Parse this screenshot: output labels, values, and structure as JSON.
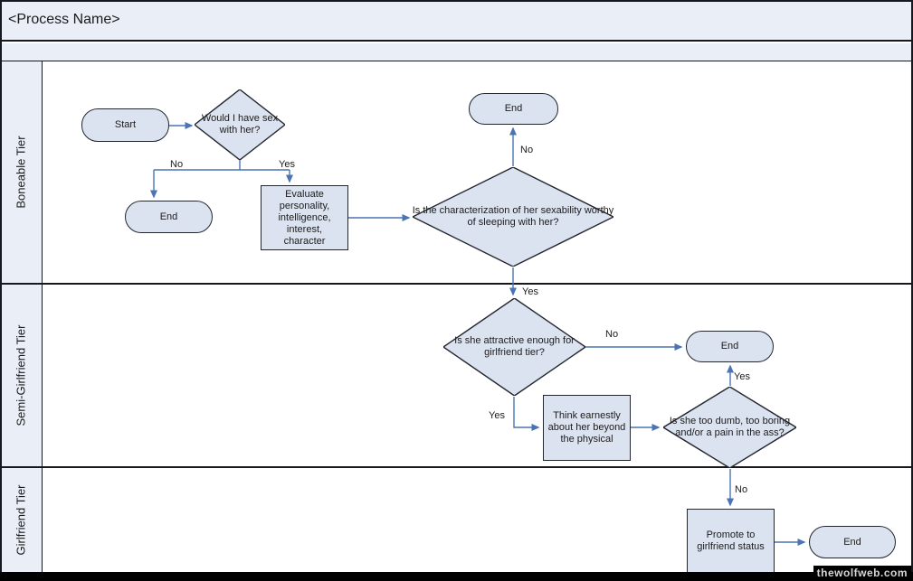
{
  "title": "<Process Name>",
  "watermark": "thewolfweb.com",
  "lanes": [
    {
      "label": "Boneable Tier"
    },
    {
      "label": "Semi-Girlfriend Tier"
    },
    {
      "label": "Girlfriend Tier"
    }
  ],
  "nodes": {
    "start": "Start",
    "q_sex": "Would I have sex with her?",
    "end_sex_no": "End",
    "evaluate": "Evaluate personality, intelligence, interest, character",
    "q_characterization": "Is the characterization of her sexability worthy of sleeping with her?",
    "end_characterization_no": "End",
    "q_attractive": "Is she attractive enough for girlfriend tier?",
    "end_attractive_no": "End",
    "think": "Think earnestly about her beyond the physical",
    "q_dumb": "Is she too dumb, too boring and/or a pain in the ass?",
    "promote": "Promote to girlfriend status",
    "end_final": "End"
  },
  "edge_labels": {
    "sex_no": "No",
    "sex_yes": "Yes",
    "characterization_no": "No",
    "characterization_yes": "Yes",
    "attractive_no": "No",
    "attractive_yes": "Yes",
    "dumb_yes": "Yes",
    "dumb_no": "No"
  },
  "colors": {
    "lane_fill": "#e9eef7",
    "shape_fill": "#dce3f0",
    "shape_border": "#22262f",
    "connector": "#4a74b4",
    "frame_border": "#15181f",
    "watermark_bg": "#000000",
    "watermark_text": "#d6d6d6"
  }
}
